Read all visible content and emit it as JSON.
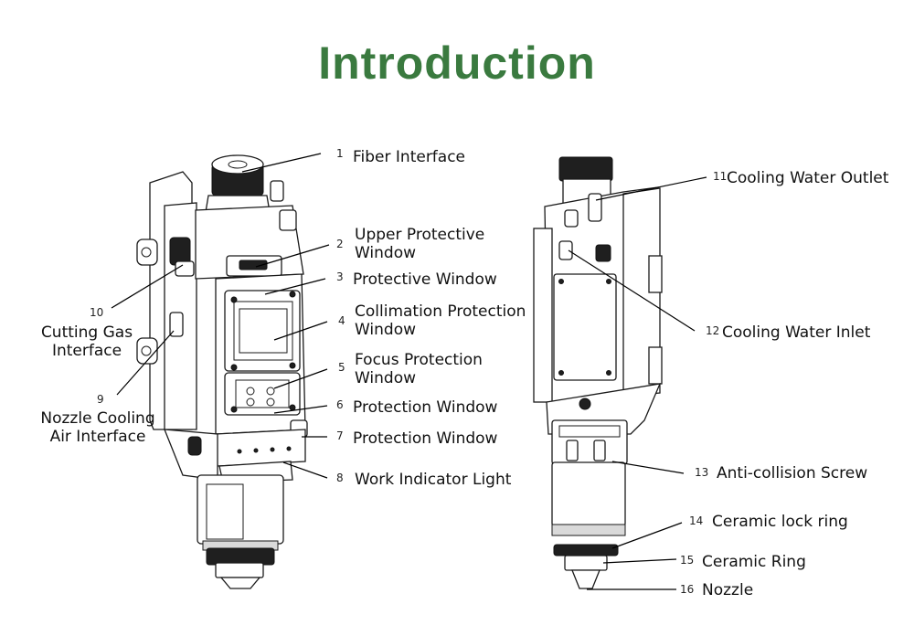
{
  "title": "Introduction",
  "colors": {
    "title": "#3a7a3f"
  },
  "callouts": [
    {
      "id": "1",
      "number": "1",
      "lines": [
        "Fiber Interface"
      ]
    },
    {
      "id": "2",
      "number": "2",
      "lines": [
        "Upper Protective",
        "Window"
      ]
    },
    {
      "id": "3",
      "number": "3",
      "lines": [
        "Protective Window"
      ]
    },
    {
      "id": "4",
      "number": "4",
      "lines": [
        "Collimation Protection",
        "Window"
      ]
    },
    {
      "id": "5",
      "number": "5",
      "lines": [
        "Focus Protection",
        "Window"
      ]
    },
    {
      "id": "6",
      "number": "6",
      "lines": [
        "Protection Window"
      ]
    },
    {
      "id": "7",
      "number": "7",
      "lines": [
        "Protection Window"
      ]
    },
    {
      "id": "8",
      "number": "8",
      "lines": [
        "Work Indicator Light"
      ]
    },
    {
      "id": "9",
      "number": "9",
      "lines": [
        "Nozzle Cooling",
        "Air Interface"
      ]
    },
    {
      "id": "10",
      "number": "10",
      "lines": [
        "Cutting Gas",
        "Interface"
      ]
    },
    {
      "id": "11",
      "number": "11",
      "lines": [
        "Cooling Water Outlet"
      ]
    },
    {
      "id": "12",
      "number": "12",
      "lines": [
        "Cooling Water Inlet"
      ]
    },
    {
      "id": "13",
      "number": "13",
      "lines": [
        "Anti-collision Screw"
      ]
    },
    {
      "id": "14",
      "number": "14",
      "lines": [
        "Ceramic lock ring"
      ]
    },
    {
      "id": "15",
      "number": "15",
      "lines": [
        "Ceramic Ring"
      ]
    },
    {
      "id": "16",
      "number": "16",
      "lines": [
        "Nozzle"
      ]
    }
  ]
}
